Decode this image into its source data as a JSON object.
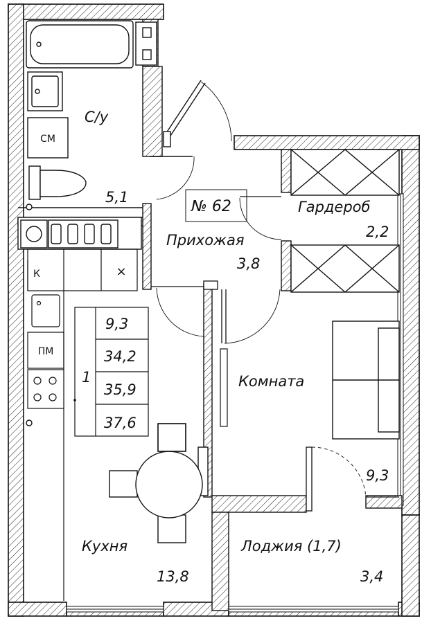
{
  "apartment": {
    "number_label": "№ 62"
  },
  "rooms": {
    "bathroom": {
      "name": "С/у",
      "area": "5,1"
    },
    "hallway": {
      "name": "Прихожая",
      "area": "3,8"
    },
    "wardrobe": {
      "name": "Гардероб",
      "area": "2,2"
    },
    "room": {
      "name": "Комната",
      "area": "9,3"
    },
    "kitchen": {
      "name": "Кухня",
      "area": "13,8"
    },
    "loggia": {
      "name": "Лоджия (1,7)",
      "area": "3,4"
    }
  },
  "fixtures": {
    "washer_label": "СМ",
    "dishwasher_label": "ПМ",
    "k_label": "К",
    "x_label": "×"
  },
  "summary_table": {
    "room_count": "1",
    "values": [
      "9,3",
      "34,2",
      "35,9",
      "37,6"
    ]
  }
}
